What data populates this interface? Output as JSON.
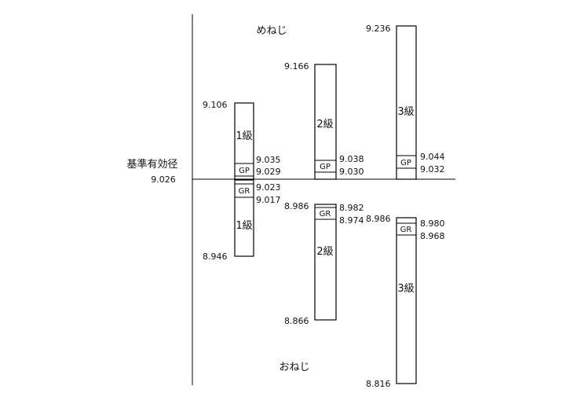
{
  "labels": {
    "female": "めねじ",
    "male": "おねじ",
    "reference": "基準有効径",
    "reference_value": "9.026"
  },
  "columns": [
    {
      "grade_label": "1級",
      "gp_label": "GP",
      "gr_label": "GR",
      "upper": {
        "max": "9.106",
        "gp_hi": "9.035",
        "gp_lo": "9.029"
      },
      "lower": {
        "gr_hi": "9.023",
        "gr_lo": "9.017",
        "min": "8.946"
      },
      "lower_grade_label": "1級"
    },
    {
      "grade_label": "2級",
      "gp_label": "GP",
      "gr_label": "GR",
      "upper": {
        "max": "9.166",
        "gp_hi": "9.038",
        "gp_lo": "9.030"
      },
      "lower": {
        "top": "8.986",
        "gr_hi": "8.982",
        "gr_lo": "8.974",
        "min": "8.866"
      },
      "lower_grade_label": "2級"
    },
    {
      "grade_label": "3級",
      "gp_label": "GP",
      "gr_label": "GR",
      "upper": {
        "max": "9.236",
        "gp_hi": "9.044",
        "gp_lo": "9.032"
      },
      "lower": {
        "top": "8.986",
        "gr_hi": "8.980",
        "gr_lo": "8.968",
        "min": "8.816"
      },
      "lower_grade_label": "3級"
    }
  ]
}
